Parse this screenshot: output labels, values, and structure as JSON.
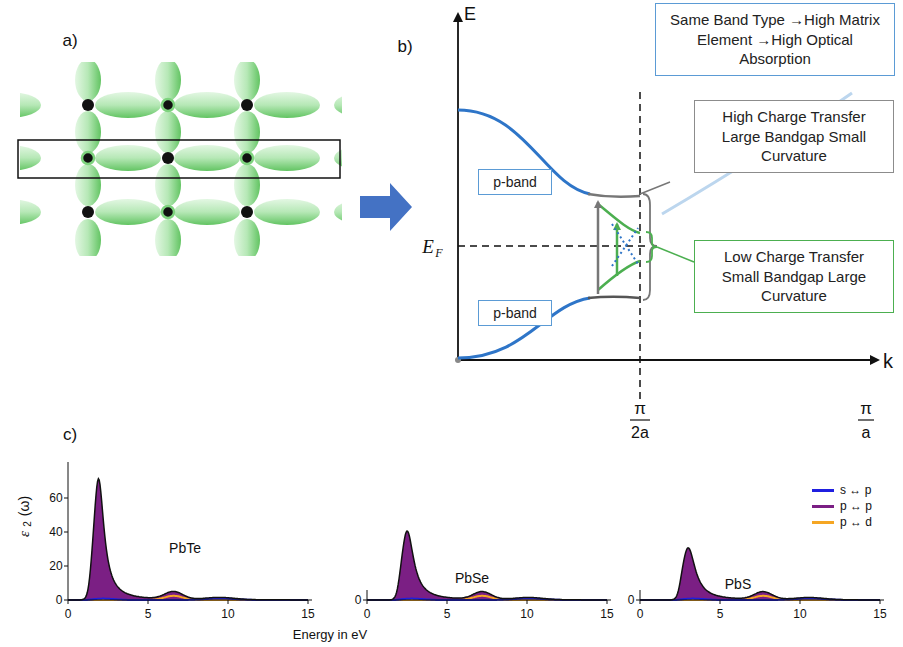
{
  "diagram": {
    "nodes": [
      {
        "text": [
          "p-band"
        ]
      },
      {
        "text": [
          "p-band"
        ]
      },
      {
        "text": [
          "Same Band Type →High Matrix Element →High Optical Absorption"
        ]
      },
      {
        "text": [
          "High Charge Transfer Large Bandgap Small Curvature"
        ]
      },
      {
        "text": [
          "Low Charge Transfer Small Bandgap Large Curvature"
        ]
      }
    ],
    "labels": [
      "a)",
      "b)",
      "E",
      "E",
      "F",
      "k",
      "π",
      "2a",
      "π",
      "a",
      "c)",
      "ε",
      "2",
      "(ω)",
      "60",
      "40",
      "20",
      "0",
      "0",
      "5",
      "10",
      "15",
      "PbTe",
      "0",
      "0",
      "5",
      "10",
      "15",
      "PbSe",
      "0",
      "0",
      "5",
      "10",
      "15",
      "PbS",
      "Energy in eV"
    ],
    "legend": [
      {
        "text": "s ↔ p",
        "color": "#1f1fe0"
      },
      {
        "text": "p ↔ p",
        "color": "#7b1f84"
      },
      {
        "text": "p ↔ d",
        "color": "#f5a623"
      }
    ]
  }
}
